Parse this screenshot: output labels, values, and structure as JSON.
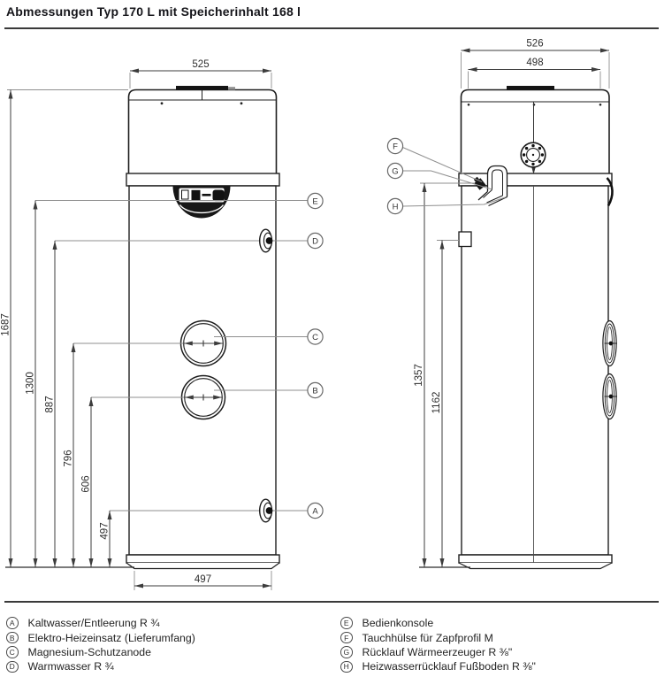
{
  "title": "Abmessungen Typ 170 L mit Speicherinhalt 168 l",
  "front_view": {
    "dim_width_top": "525",
    "dim_width_bottom": "497",
    "dim_height_total": "1687",
    "dim_height_console": "1300",
    "dim_height_warm_water": "887",
    "dim_height_anode": "796",
    "dim_height_heater": "606",
    "dim_height_cold_water": "497"
  },
  "side_view": {
    "dim_depth_total": "526",
    "dim_depth_body": "498",
    "dim_height_return": "1357",
    "dim_height_fitting": "1162"
  },
  "callouts": {
    "a": "A",
    "b": "B",
    "c": "C",
    "d": "D",
    "e": "E",
    "f": "F",
    "g": "G",
    "h": "H"
  },
  "legend": {
    "left": [
      {
        "key": "A",
        "label": "Kaltwasser/Entleerung R ¾"
      },
      {
        "key": "B",
        "label": "Elektro-Heizeinsatz (Lieferumfang)"
      },
      {
        "key": "C",
        "label": "Magnesium-Schutzanode"
      },
      {
        "key": "D",
        "label": "Warmwasser R ¾"
      }
    ],
    "right": [
      {
        "key": "E",
        "label": "Bedienkonsole"
      },
      {
        "key": "F",
        "label": "Tauchhülse für Zapfprofil M"
      },
      {
        "key": "G",
        "label": "Rücklauf Wärmeerzeuger R ⅜\""
      },
      {
        "key": "H",
        "label": "Heizwasserrücklauf Fußboden R ⅜\""
      }
    ]
  },
  "colors": {
    "object_line": "#222222",
    "dimension_line": "#3c3c3c",
    "leader_line": "#8f8f8f",
    "text": "#1a1a1a"
  }
}
